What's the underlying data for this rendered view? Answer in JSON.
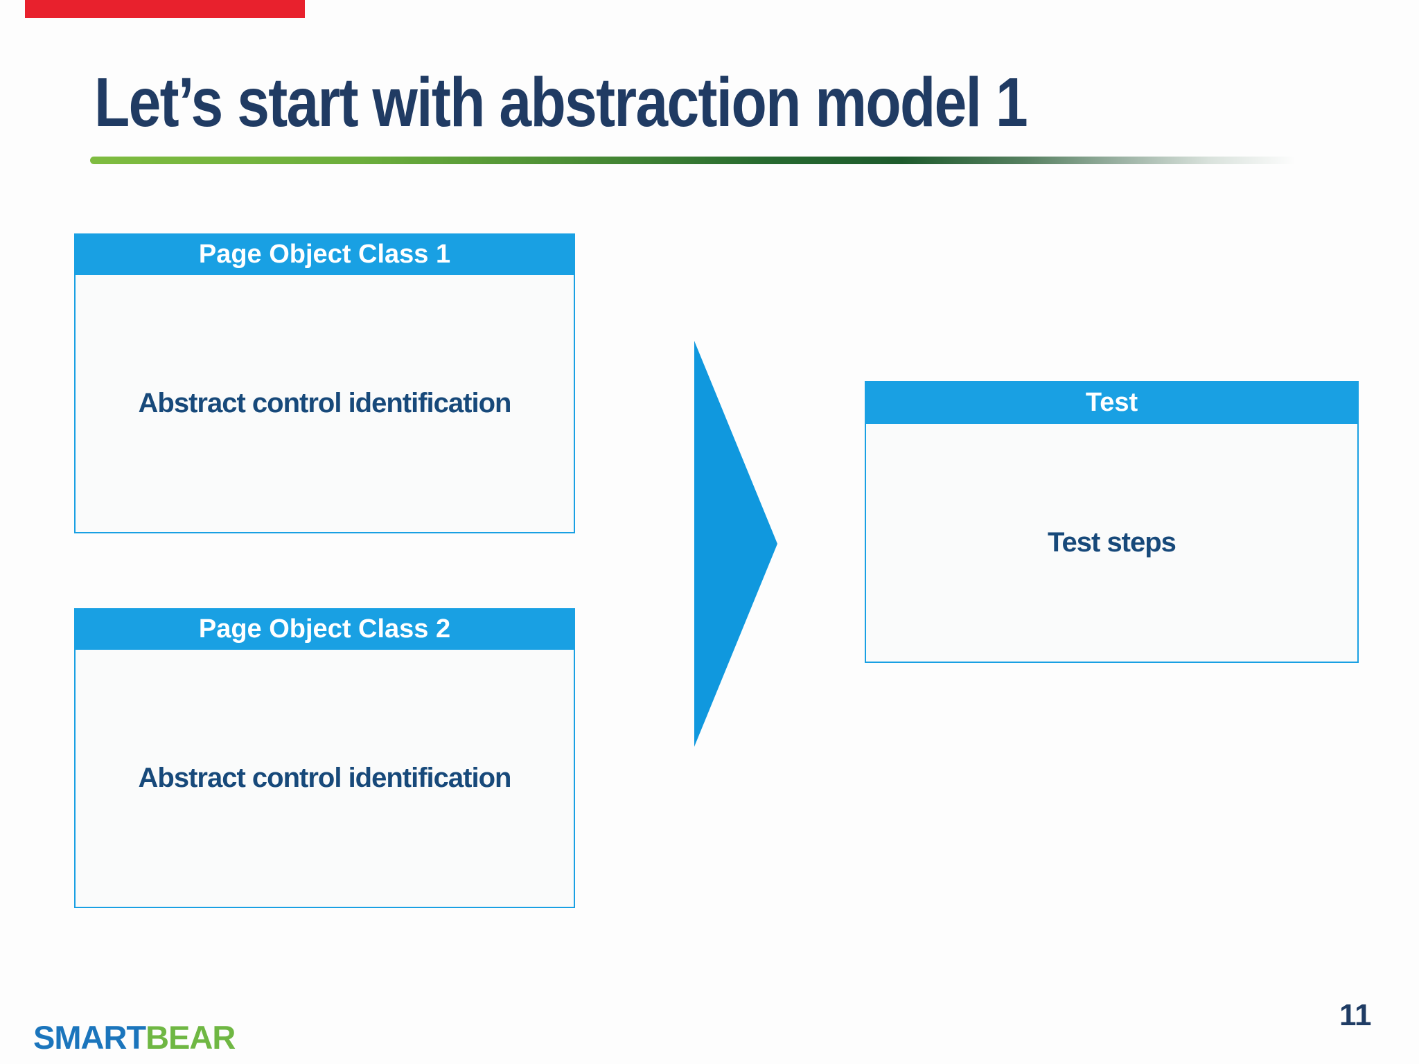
{
  "slide": {
    "title": "Let’s start with abstraction model 1",
    "page_number": "11",
    "logo": {
      "part1": "SMART",
      "part2": "BEAR"
    },
    "boxes": [
      {
        "header": "Page Object Class 1",
        "body": "Abstract control identification"
      },
      {
        "header": "Page Object Class 2",
        "body": "Abstract control identification"
      },
      {
        "header": "Test",
        "body": "Test steps"
      }
    ],
    "arrow": {
      "direction": "right"
    },
    "colors": {
      "header_blue": "#19a0e3",
      "arrow_blue": "#1098de",
      "title_navy": "#203b63",
      "body_text_navy": "#17497a",
      "logo_blue": "#1b75bc",
      "logo_green": "#6fb743",
      "accent_red": "#e8212d",
      "rule_green_light": "#7fbc40",
      "rule_green_dark": "#1e5b2d"
    }
  }
}
